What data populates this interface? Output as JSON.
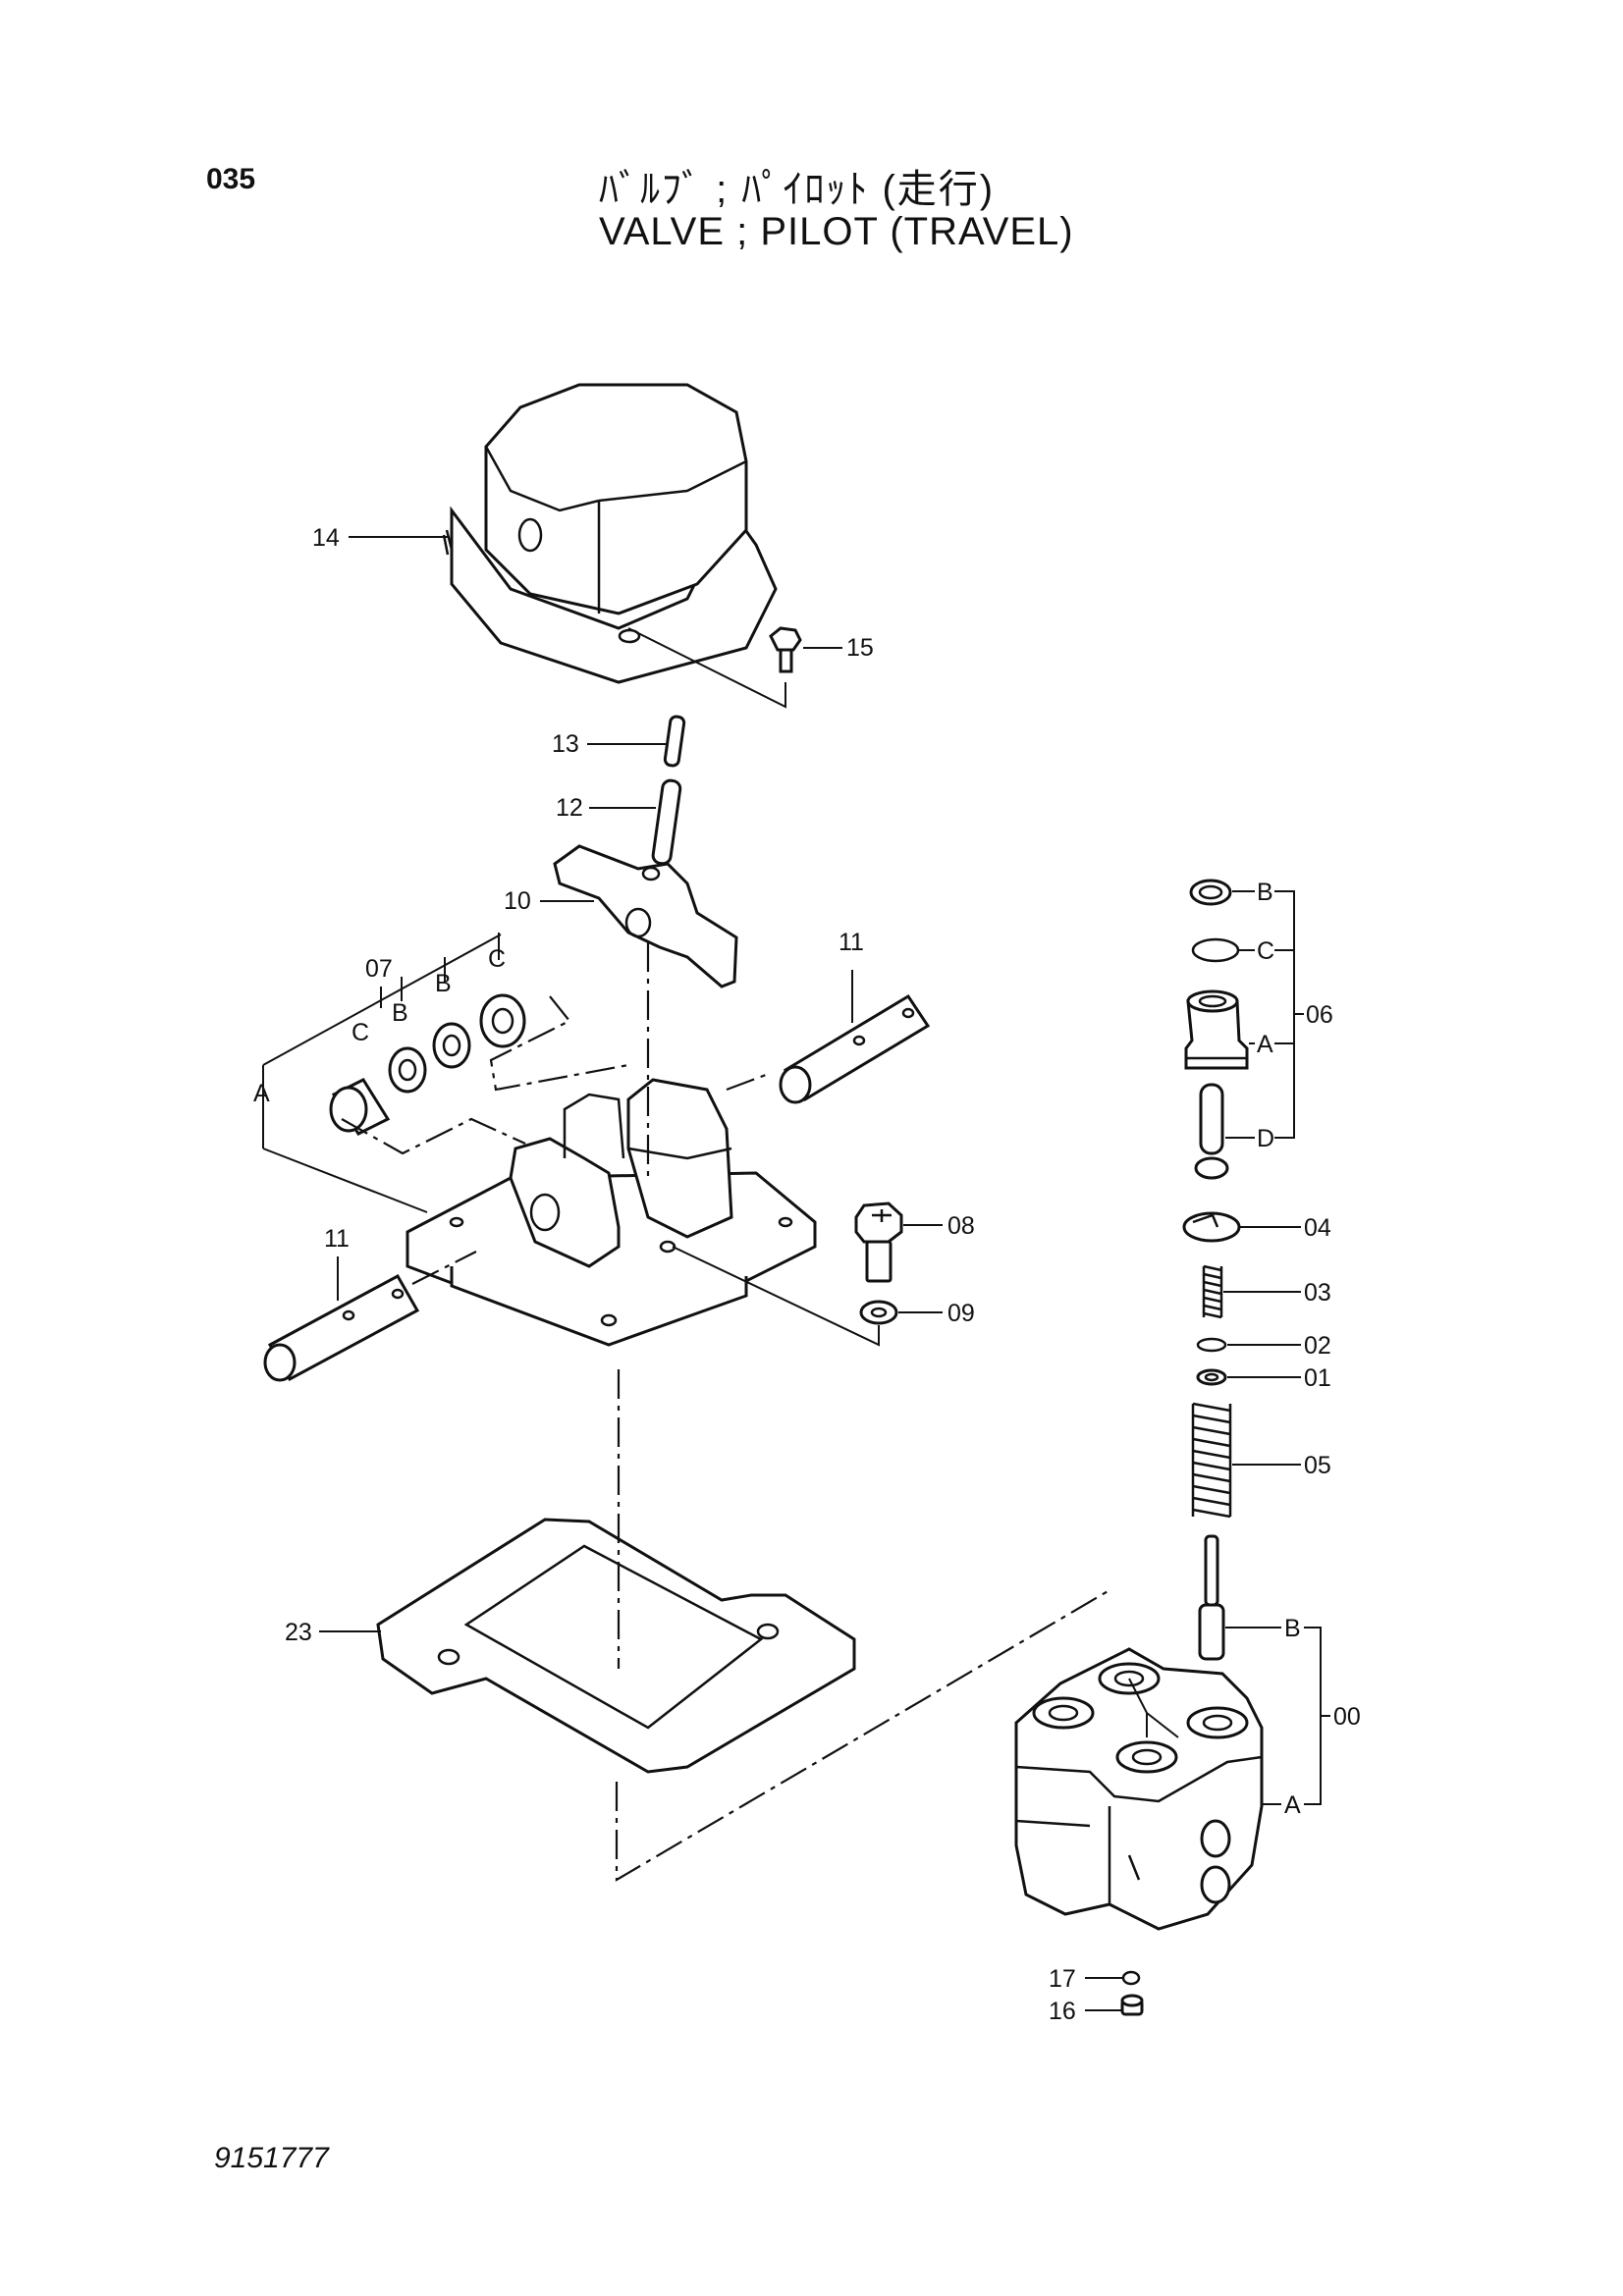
{
  "header": {
    "page_number": "035",
    "title_jp": "ﾊﾞﾙﾌﾞ ; ﾊﾟｲﾛｯﾄ (走行)",
    "title_en": "VALVE ; PILOT (TRAVEL)"
  },
  "footer": {
    "doc_number": "9151777"
  },
  "callouts": {
    "c14": "14",
    "c15": "15",
    "c13": "13",
    "c12": "12",
    "c10": "10",
    "c11a": "11",
    "c11b": "11",
    "c07": "07",
    "c07_A": "A",
    "c07_B1": "B",
    "c07_B2": "B",
    "c07_C1": "C",
    "c07_C2": "C",
    "c08": "08",
    "c09": "09",
    "c23": "23",
    "c06": "06",
    "c06_A": "A",
    "c06_B": "B",
    "c06_C": "C",
    "c06_D": "D",
    "c04": "04",
    "c03": "03",
    "c02": "02",
    "c01": "01",
    "c05": "05",
    "c00": "00",
    "c00_A": "A",
    "c00_B": "B",
    "c17": "17",
    "c16": "16"
  }
}
